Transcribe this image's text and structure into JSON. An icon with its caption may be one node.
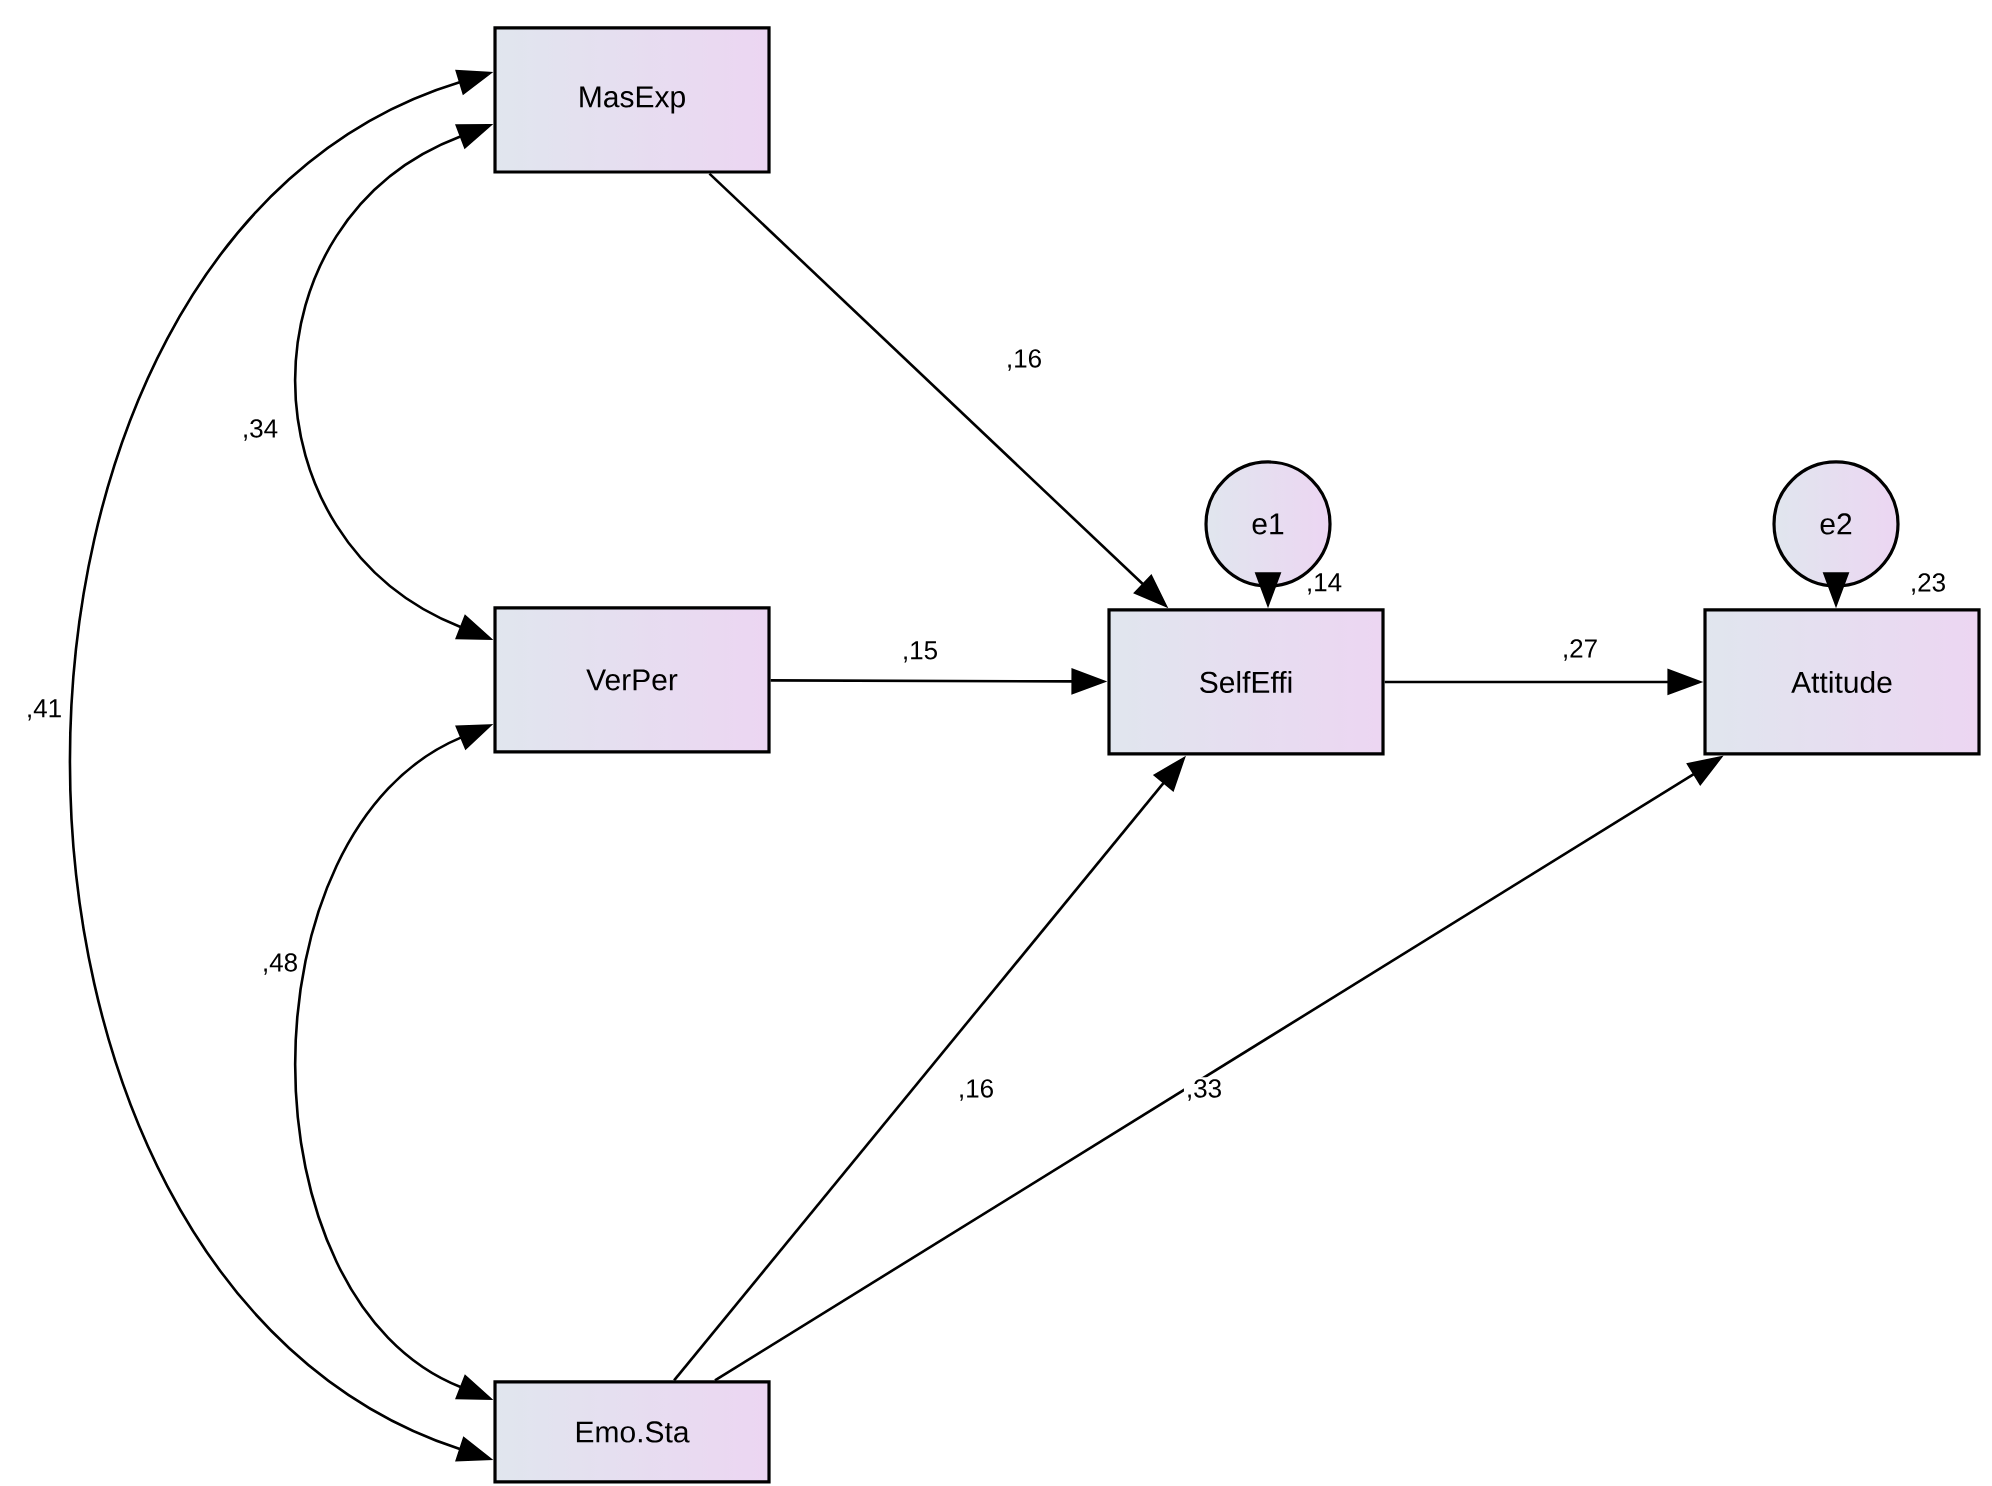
{
  "diagram": {
    "nodes": [
      {
        "text": [
          "MasExp"
        ]
      },
      {
        "text": [
          "VerPer"
        ]
      },
      {
        "text": [
          "Emo.Sta"
        ]
      },
      {
        "text": [
          "SelfEffi"
        ],
        "beside": [
          ",14"
        ]
      },
      {
        "text": [
          "Attitude"
        ],
        "beside": [
          ",23"
        ]
      },
      {
        "text": [
          "e1"
        ]
      },
      {
        "text": [
          "e2"
        ]
      }
    ],
    "edges": [
      {
        "from": 0,
        "to": 3,
        "arrow": "to",
        "label": ",16"
      },
      {
        "from": 1,
        "to": 3,
        "arrow": "to",
        "label": ",15"
      },
      {
        "from": 2,
        "to": 3,
        "arrow": "to",
        "label": ",16"
      },
      {
        "from": 3,
        "to": 4,
        "arrow": "to",
        "label": ",27"
      },
      {
        "from": 2,
        "to": 4,
        "arrow": "to",
        "label": ",33"
      },
      {
        "from": 5,
        "to": 3,
        "arrow": "to"
      },
      {
        "from": 6,
        "to": 4,
        "arrow": "to"
      },
      {
        "from": 0,
        "to": 1,
        "arrow": "both",
        "label": ",34"
      },
      {
        "from": 1,
        "to": 2,
        "arrow": "both",
        "label": ",48"
      },
      {
        "from": 0,
        "to": 2,
        "arrow": "both",
        "label": ",41"
      }
    ]
  }
}
